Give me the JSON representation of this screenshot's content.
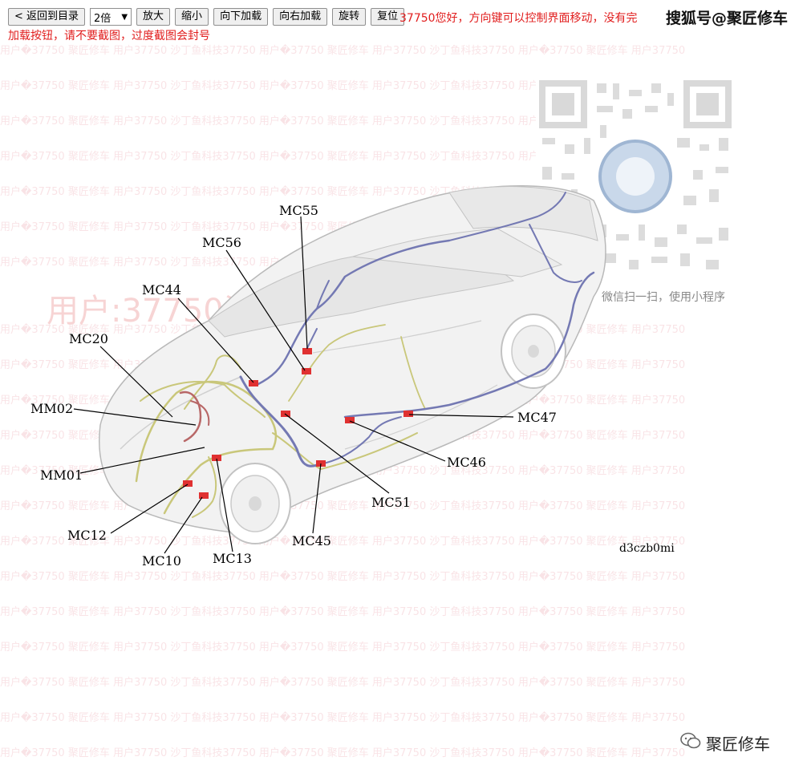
{
  "toolbar": {
    "back": "< 返回到目录",
    "zoom_select": "2倍",
    "zoom_in": "放大",
    "zoom_out": "缩小",
    "load_down": "向下加载",
    "load_right": "向右加载",
    "rotate": "旋转",
    "reset": "复位"
  },
  "notice": {
    "line1": "37750您好，方向键可以控制界面移动，没有完",
    "line2": "加载按钮，请不要截图，过度截图会封号"
  },
  "account": "搜狐号@聚匠修车",
  "watermark": {
    "big": "用户:37750沙丁鱼科技37750",
    "row": "用户�37750 聚匠修车 用户37750 沙丁鱼科技37750 用户�37750 聚匠修车 用户37750 沙丁鱼科技37750 用户�37750 聚匠修车 用户37750"
  },
  "qr_caption": "微信扫一扫，使用小程序",
  "diagram_code": "d3czb0mi",
  "brand": "聚匠修车",
  "connectors": [
    {
      "id": "MC55"
    },
    {
      "id": "MC56"
    },
    {
      "id": "MC44"
    },
    {
      "id": "MC20"
    },
    {
      "id": "MM02"
    },
    {
      "id": "MM01"
    },
    {
      "id": "MC12"
    },
    {
      "id": "MC10"
    },
    {
      "id": "MC13"
    },
    {
      "id": "MC45"
    },
    {
      "id": "MC51"
    },
    {
      "id": "MC46"
    },
    {
      "id": "MC47"
    }
  ]
}
